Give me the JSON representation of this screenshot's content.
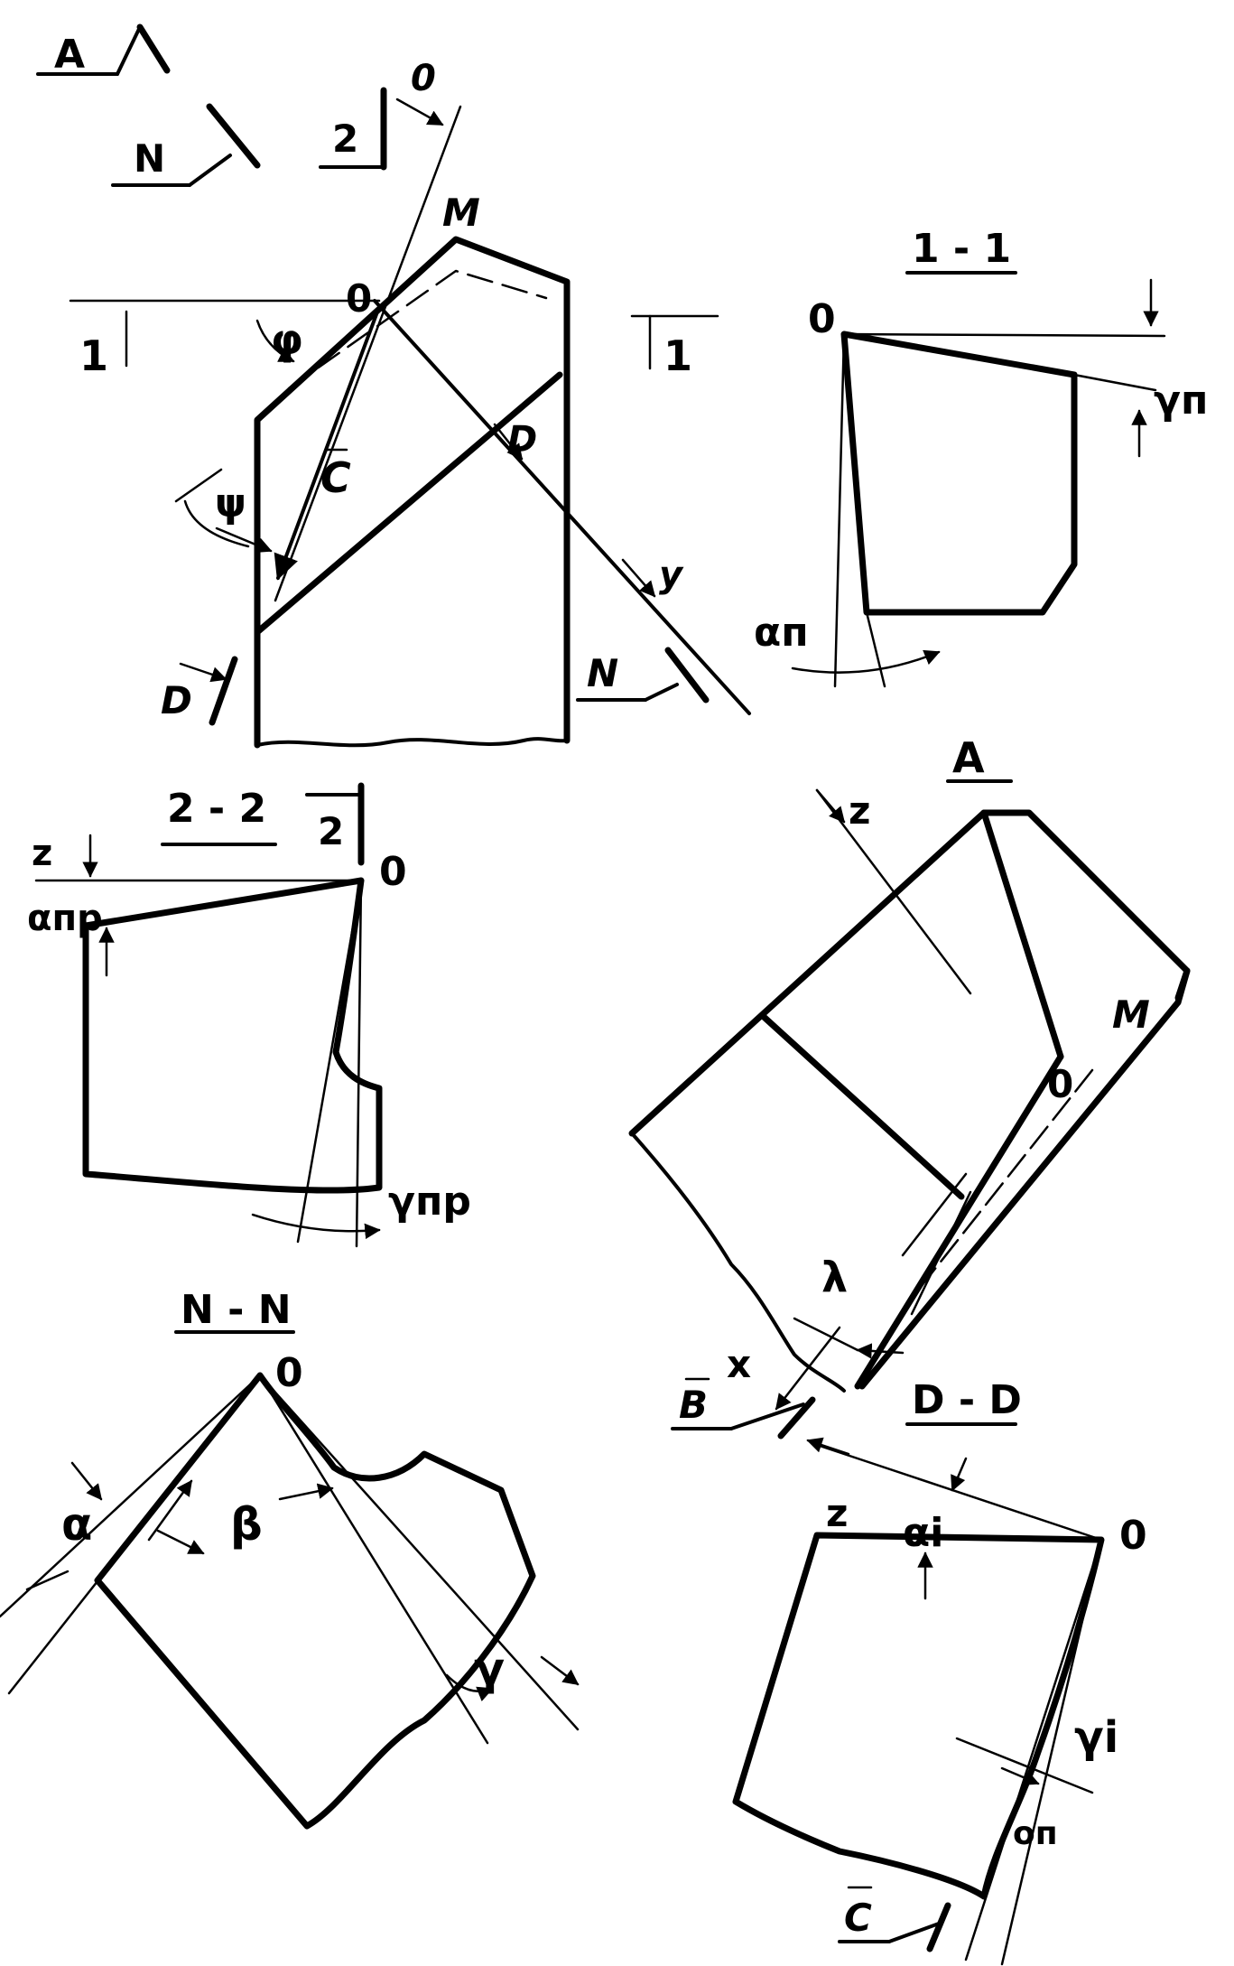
{
  "colors": {
    "ink": "#000000",
    "paper": "#ffffff"
  },
  "labels": {
    "view_A_marker": "A",
    "section_N_marker": "N",
    "section_2_marker": "2",
    "axis_0_top": "0",
    "point_M": "M",
    "point_O_main": "0",
    "angle_phi": "φ",
    "angle_psi": "ψ",
    "vector_C": "C",
    "vector_D": "D",
    "axis_y": "y",
    "section1_left": "1",
    "section1_right": "1",
    "section_N_bottom": "N",
    "section_D_marker": "D",
    "title_1_1": "1 - 1",
    "o_1_1": "0",
    "gamma_n": "γп",
    "alpha_n": "αп",
    "title_2_2": "2 - 2",
    "marker_2_2": "2",
    "o_2_2": "0",
    "z_2_2": "z",
    "alpha_np": "αпр",
    "gamma_np": "γпр",
    "title_A": "A",
    "z_A": "z",
    "M_A": "M",
    "O_A": "0",
    "lambda": "λ",
    "x_A": "x",
    "B_A": "B",
    "title_N_N": "N - N",
    "o_N_N": "0",
    "alpha_NN": "α",
    "beta_NN": "β",
    "gamma_NN": "γ",
    "title_D_D": "D - D",
    "z_D_D": "z",
    "alpha_i": "αi",
    "o_D_D": "0",
    "gamma_i": "γi",
    "on_D_D": "оп",
    "C_D_D": "C"
  }
}
